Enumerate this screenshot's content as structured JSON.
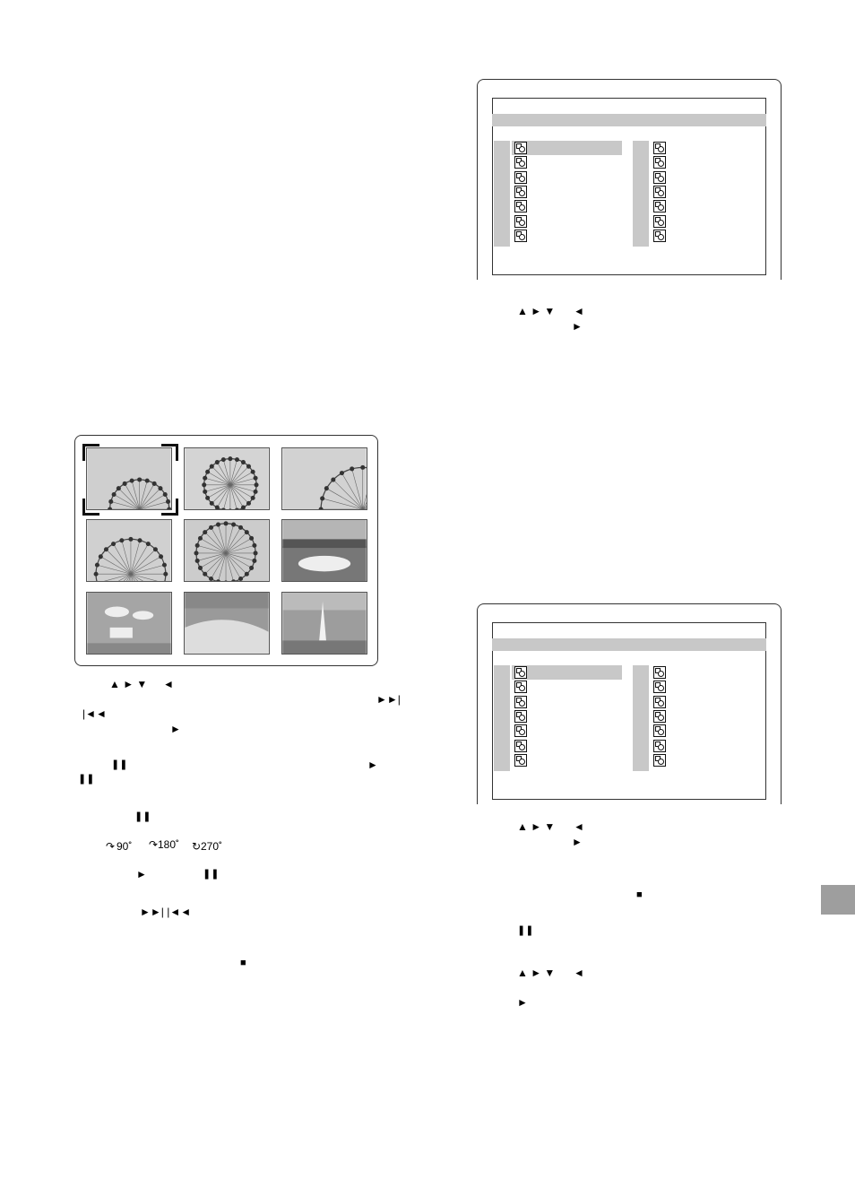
{
  "symbols": {
    "up_right_down": "▲ ► ▼",
    "left": "◄",
    "play": "►",
    "pause": "❚❚",
    "stop": "■",
    "next": "►►|",
    "prev": "|◄◄",
    "next_prev": "►►|   |◄◄"
  },
  "rotation": {
    "r90": "90˚",
    "r180": "180˚",
    "r270": "270˚"
  },
  "menu_icon": "picture-file-icon",
  "colors": {
    "menu_highlight": "#c8c8c8",
    "side_tab": "#9e9e9e"
  }
}
